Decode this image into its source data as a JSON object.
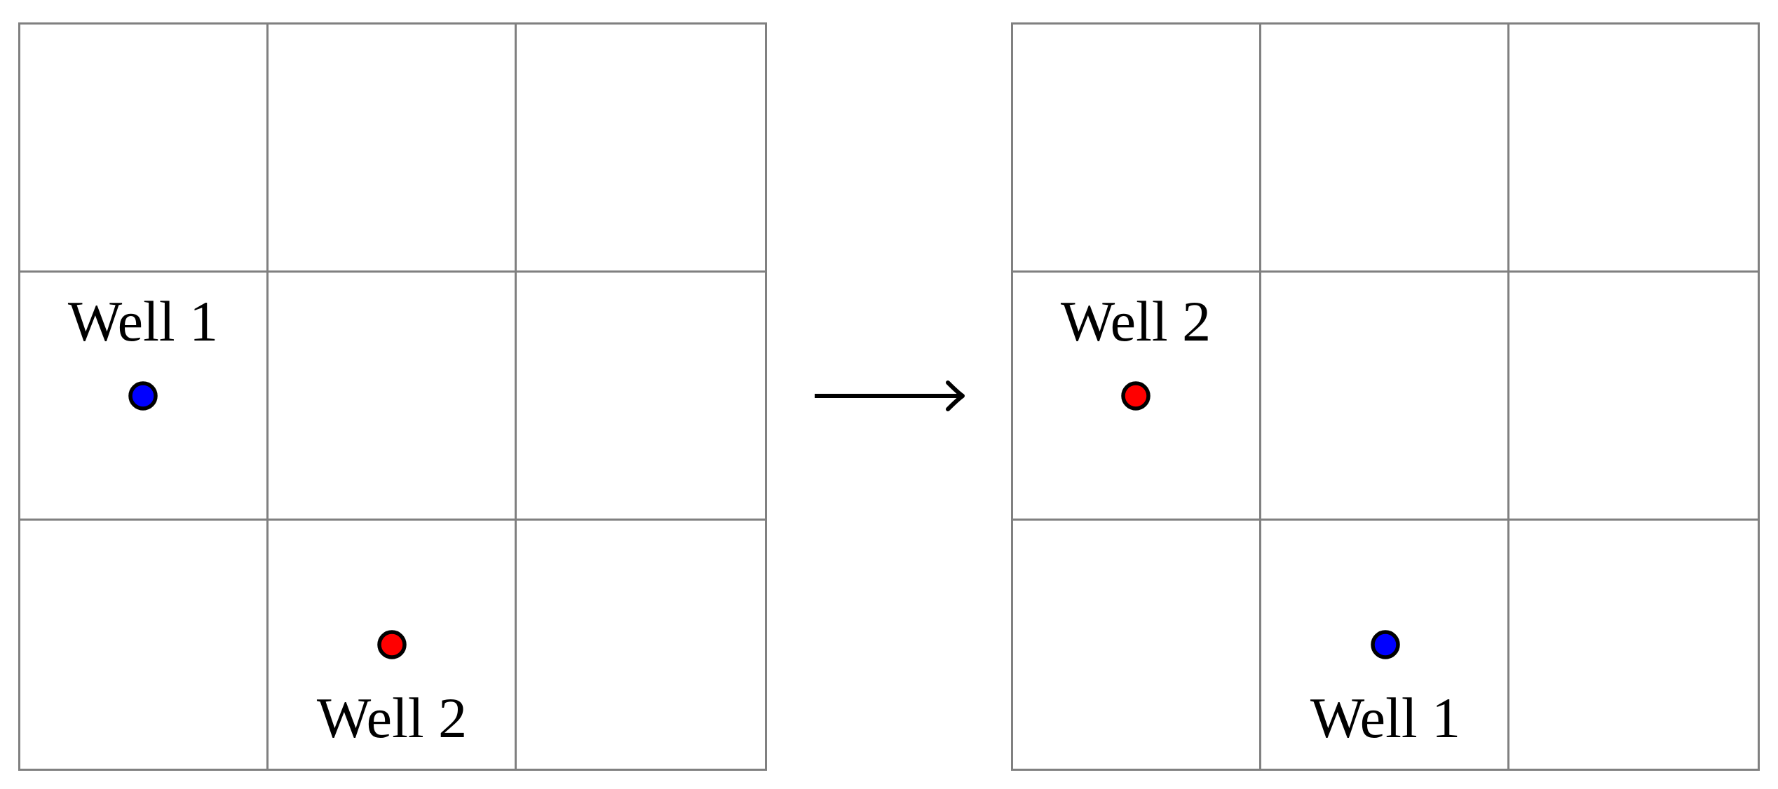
{
  "background": "#ffffff",
  "grid": {
    "rows": 3,
    "cols": 3,
    "line_color": "#808080"
  },
  "wells": {
    "well1": {
      "label": "Well 1",
      "color": "#0000ff",
      "outline": "#000000"
    },
    "well2": {
      "label": "Well 2",
      "color": "#ff0000",
      "outline": "#000000"
    }
  },
  "panels": [
    {
      "name": "before",
      "placements": [
        {
          "well": "well1",
          "row": 2,
          "col": 1,
          "label_side": "above"
        },
        {
          "well": "well2",
          "row": 3,
          "col": 2,
          "label_side": "below"
        }
      ]
    },
    {
      "name": "after",
      "placements": [
        {
          "well": "well2",
          "row": 2,
          "col": 1,
          "label_side": "above"
        },
        {
          "well": "well1",
          "row": 3,
          "col": 2,
          "label_side": "below"
        }
      ]
    }
  ],
  "arrow": {
    "direction": "right",
    "color": "#000000"
  }
}
